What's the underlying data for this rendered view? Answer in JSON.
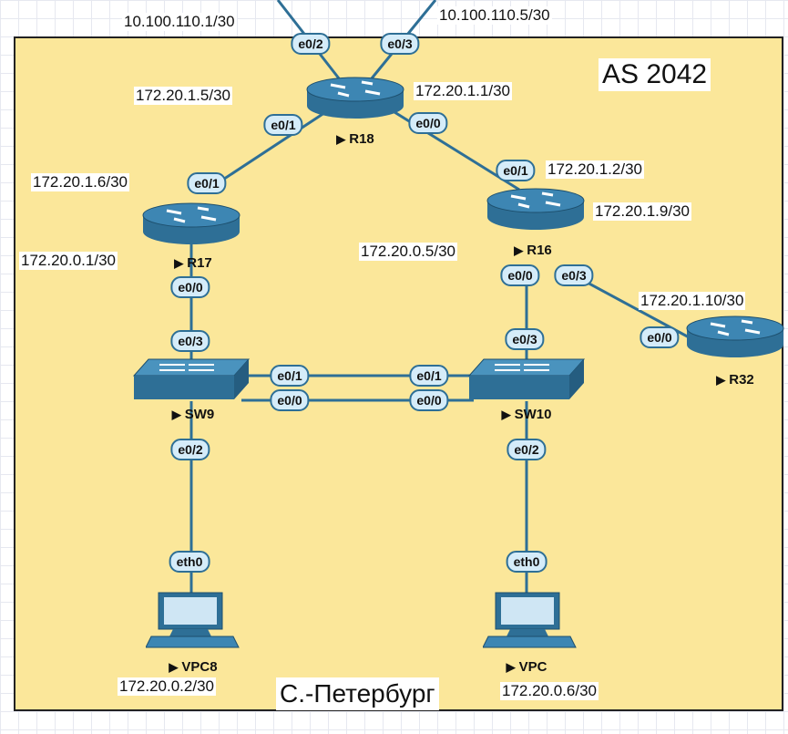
{
  "area": {
    "as_label": "AS 2042",
    "city_label": "С.-Петербург"
  },
  "devices": {
    "r18": "R18",
    "r17": "R17",
    "r16": "R16",
    "r32": "R32",
    "sw9": "SW9",
    "sw10": "SW10",
    "vpc8": "VPC8",
    "vpc": "VPC"
  },
  "ips": {
    "r18_e02": "10.100.110.1/30",
    "r18_e03": "10.100.110.5/30",
    "r18_e01": "172.20.1.5/30",
    "r18_e00": "172.20.1.1/30",
    "r17_e01": "172.20.1.6/30",
    "r17_e00": "172.20.0.1/30",
    "r16_e01": "172.20.1.2/30",
    "r16_e03": "172.20.1.9/30",
    "r16_e00": "172.20.0.5/30",
    "r32_e00": "172.20.1.10/30",
    "vpc8": "172.20.0.2/30",
    "vpc": "172.20.0.6/30"
  },
  "ports": {
    "r18_e02": "e0/2",
    "r18_e03": "e0/3",
    "r18_e01": "e0/1",
    "r18_e00": "e0/0",
    "r17_e01": "e0/1",
    "r17_e00": "e0/0",
    "r16_e01": "e0/1",
    "r16_e00": "e0/0",
    "r16_e03": "e0/3",
    "r32_e00": "e0/0",
    "sw9_e03": "e0/3",
    "sw9_e01": "e0/1",
    "sw9_e00": "e0/0",
    "sw9_e02": "e0/2",
    "sw10_e03": "e0/3",
    "sw10_e01": "e0/1",
    "sw10_e00": "e0/0",
    "sw10_e02": "e0/2",
    "vpc8_eth0": "eth0",
    "vpc_eth0": "eth0"
  },
  "colors": {
    "area_fill": "#fbe79a",
    "link": "#2e6f96",
    "device_body": "#2e6f96",
    "port_fill": "#d5ecf9"
  }
}
